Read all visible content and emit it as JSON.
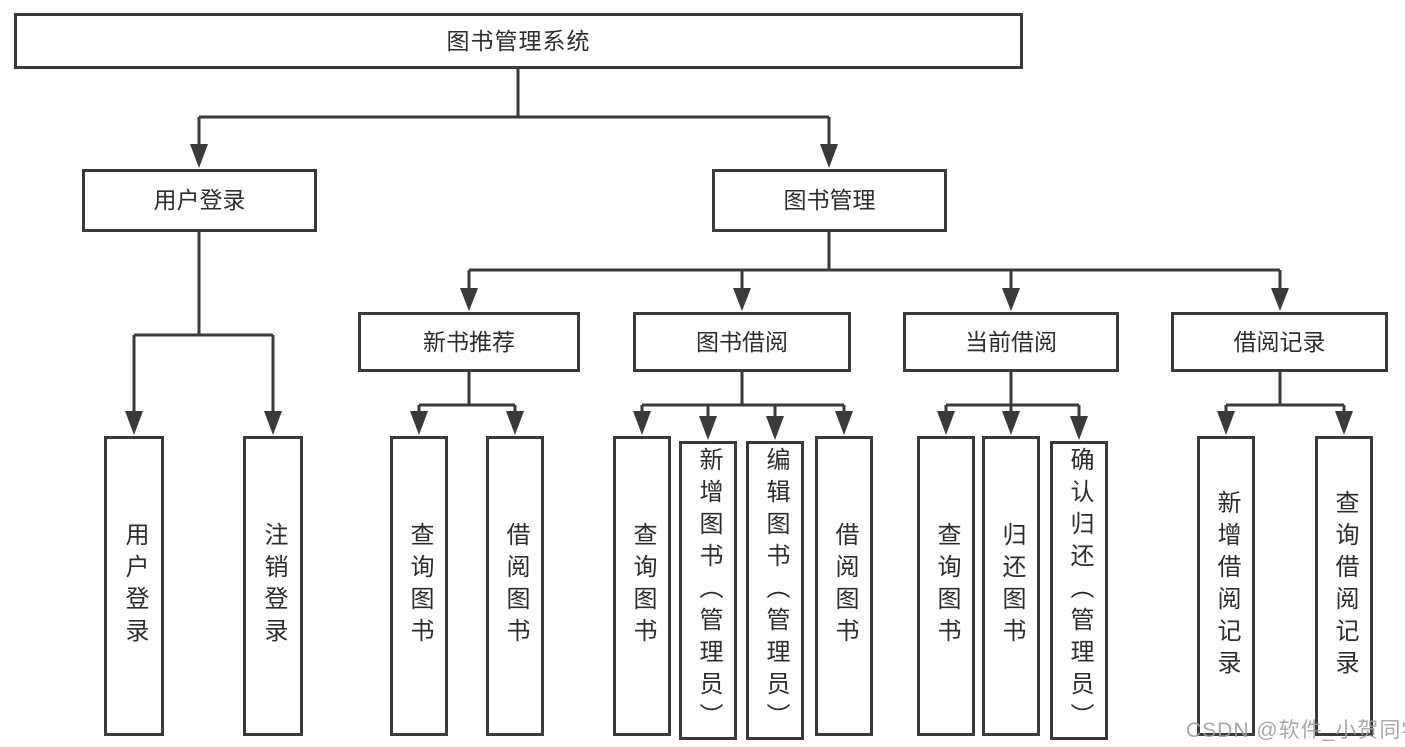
{
  "diagram": {
    "type": "tree",
    "root": {
      "label": "图书管理系统"
    },
    "level2": [
      {
        "label": "用户登录",
        "parent": "图书管理系统"
      },
      {
        "label": "图书管理",
        "parent": "图书管理系统"
      }
    ],
    "level3": [
      {
        "label": "新书推荐",
        "parent": "图书管理"
      },
      {
        "label": "图书借阅",
        "parent": "图书管理"
      },
      {
        "label": "当前借阅",
        "parent": "图书管理"
      },
      {
        "label": "借阅记录",
        "parent": "图书管理"
      }
    ],
    "leaves": [
      {
        "label": "用户登录",
        "parent": "用户登录"
      },
      {
        "label": "注销登录",
        "parent": "用户登录"
      },
      {
        "label": "查询图书",
        "parent": "新书推荐"
      },
      {
        "label": "借阅图书",
        "parent": "新书推荐"
      },
      {
        "label": "查询图书",
        "parent": "图书借阅"
      },
      {
        "label": "新增图书（管理员）",
        "parent": "图书借阅"
      },
      {
        "label": "编辑图书（管理员）",
        "parent": "图书借阅"
      },
      {
        "label": "借阅图书",
        "parent": "图书借阅"
      },
      {
        "label": "查询图书",
        "parent": "当前借阅"
      },
      {
        "label": "归还图书",
        "parent": "当前借阅"
      },
      {
        "label": "确认归还（管理员）",
        "parent": "当前借阅"
      },
      {
        "label": "新增借阅记录",
        "parent": "借阅记录"
      },
      {
        "label": "查询借阅记录",
        "parent": "借阅记录"
      }
    ],
    "watermark": {
      "text": "CSDN @软件_小贺同学"
    },
    "colors": {
      "line": "#3a3a3a",
      "text": "#2d2d2d",
      "box_fill": "#ffffff",
      "background": "#ffffff",
      "watermark": "#9e9e9e"
    }
  }
}
